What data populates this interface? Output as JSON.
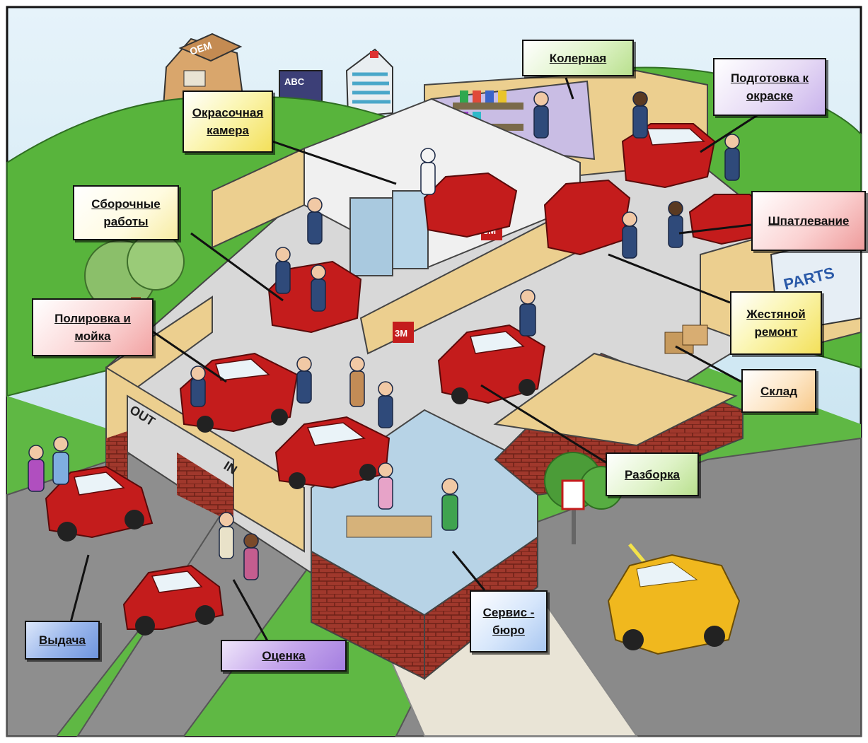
{
  "labels": {
    "paint_booth_1": "Окрасочная",
    "paint_booth_2": "камера",
    "color_room": "Колерная",
    "prep_1": "Подготовка к",
    "prep_2": "окраске",
    "assembly_1": "Сборочные",
    "assembly_2": "работы",
    "filler": "Шпатлевание",
    "polish_1": "Полировка и",
    "polish_2": "мойка",
    "body_1": "Жестяной",
    "body_2": "ремонт",
    "warehouse": "Склад",
    "disassembly": "Разборка",
    "service_1": "Сервис -",
    "service_2": "бюро",
    "delivery": "Выдача",
    "estimate": "Оценка"
  },
  "signs": {
    "out": "OUT",
    "in": "IN",
    "parts": "PARTS",
    "oem": "OEM",
    "abc": "ABC",
    "brand": "3M"
  },
  "colors": {
    "sky": "#cfe8f3",
    "grass": "#58b43c",
    "wall": "#eccf8f",
    "car_red": "#c41c1c",
    "taxi_yellow": "#f0b81e",
    "brick": "#a0382c"
  },
  "icons": [
    "car-icon",
    "person-icon",
    "building-icon",
    "truck-icon",
    "tree-icon"
  ]
}
